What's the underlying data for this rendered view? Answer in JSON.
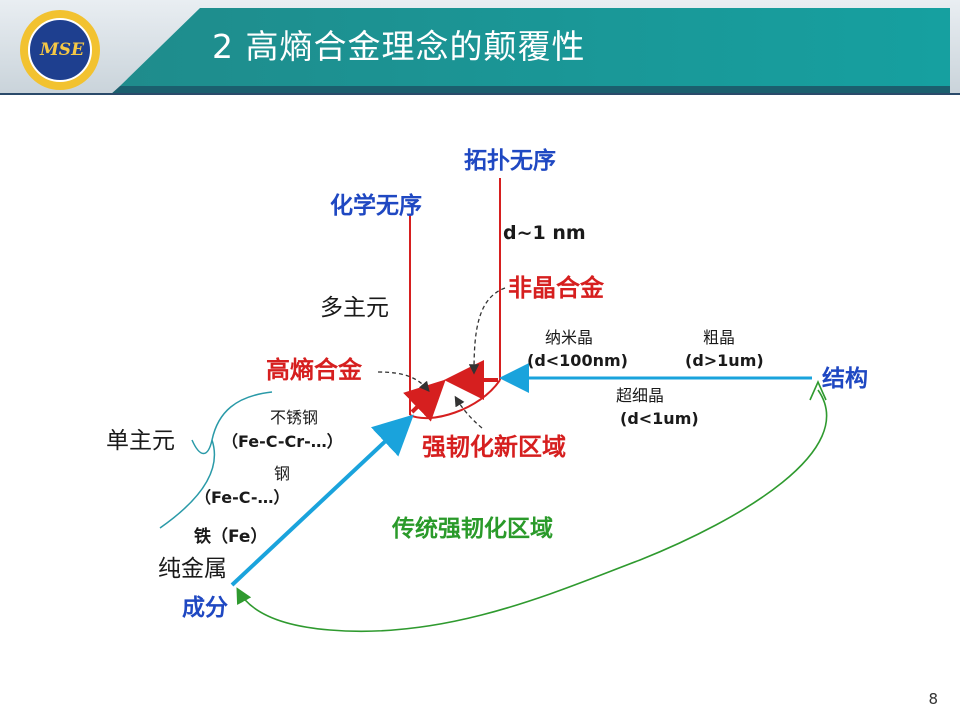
{
  "header": {
    "title": "2  高熵合金理念的颠覆性",
    "logo_text": "MSE"
  },
  "diagram": {
    "topology_disorder": "拓扑无序",
    "chemical_disorder": "化学无序",
    "d_1nm": "d~1 nm",
    "amorphous_alloy": "非晶合金",
    "multi_principal": "多主元",
    "high_entropy_alloy": "高熵合金",
    "nanocrystal": "纳米晶",
    "nanocrystal_size": "(d<100nm)",
    "coarse_crystal": "粗晶",
    "coarse_size": "(d>1um)",
    "structure": "结构",
    "ultrafine": "超细晶",
    "ultrafine_size": "(d<1um)",
    "single_principal": "单主元",
    "stainless_steel": "不锈钢",
    "stainless_formula": "（Fe-C-Cr-…）",
    "steel": "钢",
    "steel_formula": "（Fe-C-…）",
    "iron": "铁（Fe）",
    "pure_metal": "纯金属",
    "composition": "成分",
    "new_region": "强韧化新区域",
    "traditional_region": "传统强韧化区域"
  },
  "colors": {
    "blue_axis": "#1aa3dc",
    "red": "#d61f1f",
    "green": "#2f9a2f",
    "teal": "#1a9a9a"
  },
  "page_number": "8"
}
